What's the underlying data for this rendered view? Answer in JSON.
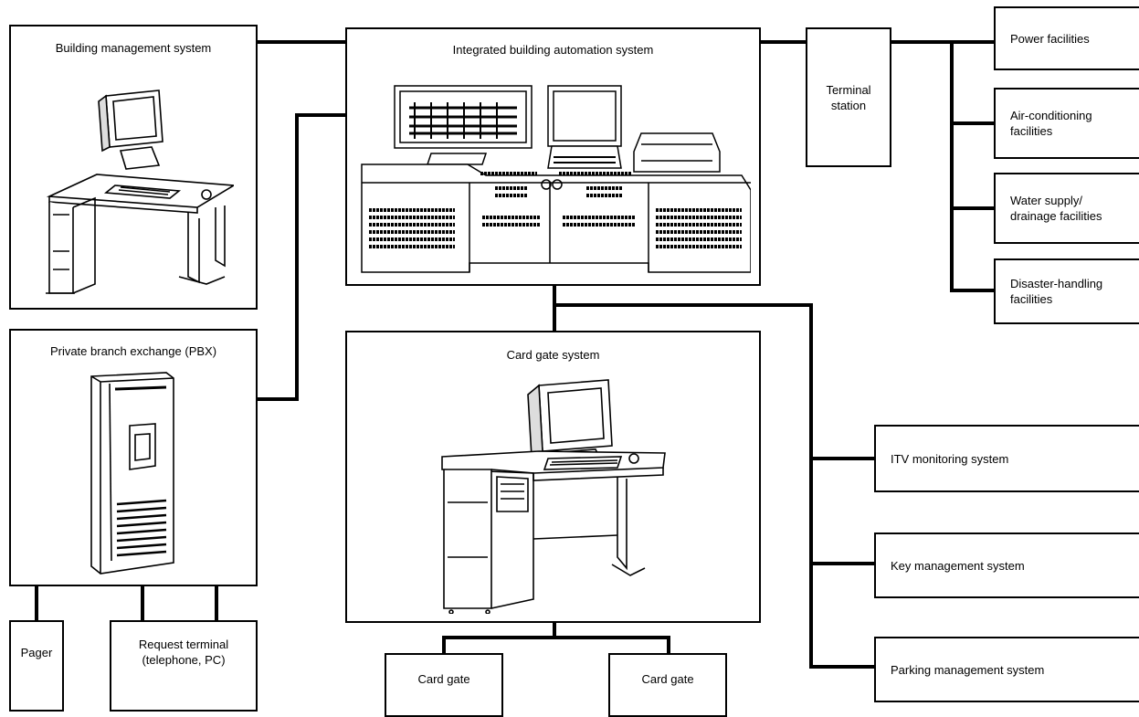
{
  "systems": {
    "bms": "Building management system",
    "ibas": "Integrated building automation system",
    "pbx": "Private branch exchange (PBX)",
    "card_gate_system": "Card gate system",
    "terminal_station": "Terminal station"
  },
  "facilities": [
    "Power facilities",
    "Air-conditioning facilities",
    "Water supply/ drainage facilities",
    "Disaster-handling facilities"
  ],
  "subsystems": [
    "ITV monitoring system",
    "Key management system",
    "Parking management system"
  ],
  "pbx_devices": {
    "pager": "Pager",
    "request_terminal": "Request terminal (telephone, PC)"
  },
  "card_gates": [
    "Card gate",
    "Card gate"
  ]
}
